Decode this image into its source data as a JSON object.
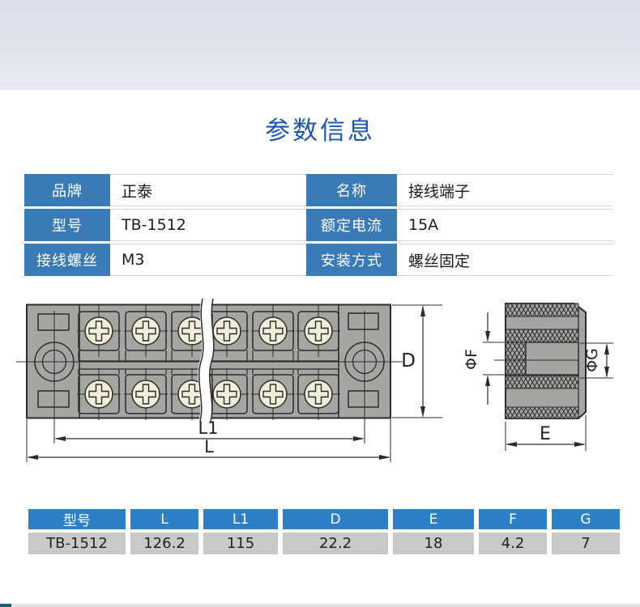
{
  "page": {
    "title": "参数信息"
  },
  "spec_table": {
    "left": [
      {
        "label": "品牌",
        "value": "正泰"
      },
      {
        "label": "型号",
        "value": "TB-1512"
      },
      {
        "label": "接线螺丝",
        "value": "M3"
      }
    ],
    "right": [
      {
        "label": "名称",
        "value": "接线端子"
      },
      {
        "label": "额定电流",
        "value": "15A"
      },
      {
        "label": "安装方式",
        "value": "螺丝固定"
      }
    ]
  },
  "drawing": {
    "dim_labels": {
      "d": "D",
      "l1": "L1",
      "l": "L",
      "phi_f": "ΦF",
      "phi_g": "ΦG",
      "e": "E"
    }
  },
  "dimension_table": {
    "headers": [
      "型号",
      "L",
      "L1",
      "D",
      "E",
      "F",
      "G"
    ],
    "row": [
      "TB-1512",
      "126.2",
      "115",
      "22.2",
      "18",
      "4.2",
      "7"
    ]
  },
  "colors": {
    "title_blue": "#1c57ae",
    "spec_header_blue": "#3a7ab6",
    "dim_header_blue": "#2e80c6",
    "dim_value_gray": "#c9c9c9",
    "drawing_body_gray": "#a5a5a1",
    "screw_cream": "#f2eeda",
    "line_dark": "#2b2b2b",
    "banner_top": "#d9dee8",
    "banner_bottom": "#e9ecf2",
    "bottom_bar_accent": "#1a5f6e"
  }
}
